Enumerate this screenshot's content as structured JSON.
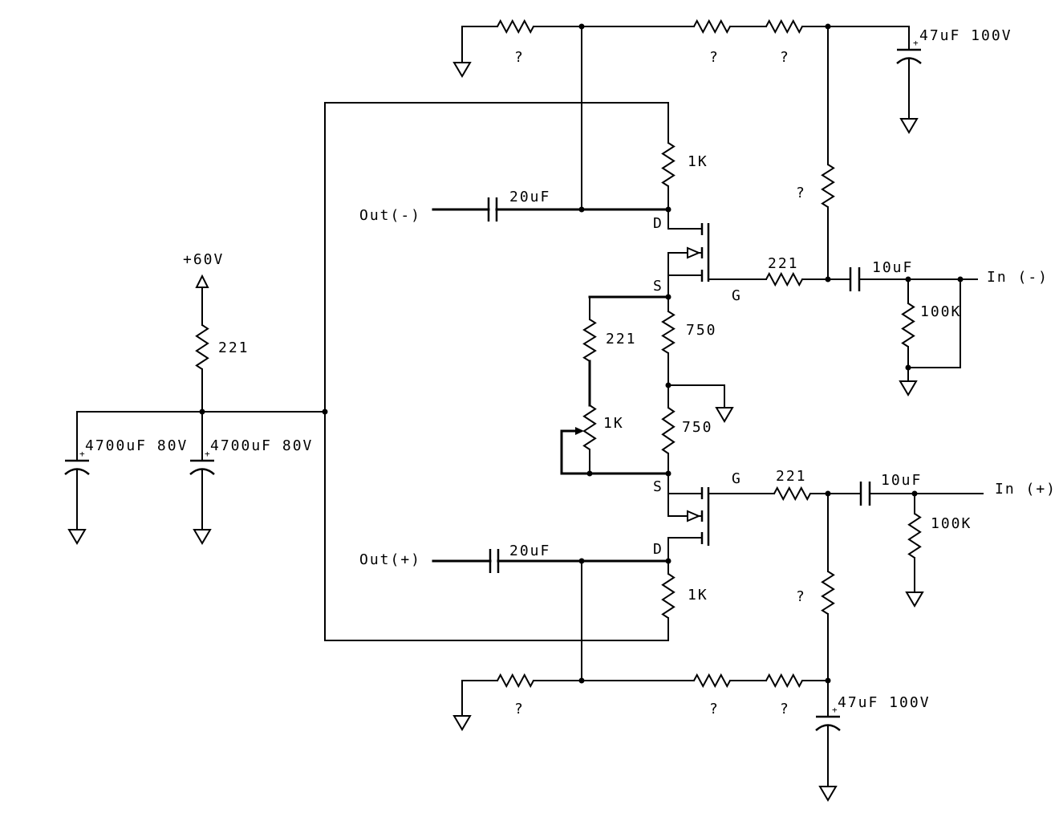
{
  "supply": {
    "rail_label": "+60V",
    "dropper_resistor": "221",
    "reservoir_caps": [
      {
        "value": "4700uF 80V",
        "polarity": "+"
      },
      {
        "value": "4700uF 80V",
        "polarity": "+"
      }
    ]
  },
  "upper_stage": {
    "output_label": "Out(-)",
    "output_cap": "20uF",
    "drain_resistor": "1K",
    "drain_pin": "D",
    "source_pin": "S",
    "gate_pin": "G",
    "gate_resistor": "221",
    "input_cap": "10uF",
    "input_shunt_resistor": "100K",
    "input_label": "In (-)",
    "bias_resistor": "?",
    "divider_resistors": [
      "?",
      "?",
      "?"
    ],
    "decoupling_cap": {
      "value": "47uF 100V",
      "polarity": "+"
    }
  },
  "lower_stage": {
    "output_label": "Out(+)",
    "output_cap": "20uF",
    "drain_resistor": "1K",
    "drain_pin": "D",
    "source_pin": "S",
    "gate_pin": "G",
    "gate_resistor": "221",
    "input_cap": "10uF",
    "input_shunt_resistor": "100K",
    "input_label": "In (+)",
    "bias_resistor": "?",
    "divider_resistors": [
      "?",
      "?",
      "?"
    ],
    "decoupling_cap": {
      "value": "47uF 100V",
      "polarity": "+"
    }
  },
  "tail": {
    "source_resistors": [
      "750",
      "750"
    ],
    "balance_resistor": "221",
    "balance_pot": "1K"
  }
}
